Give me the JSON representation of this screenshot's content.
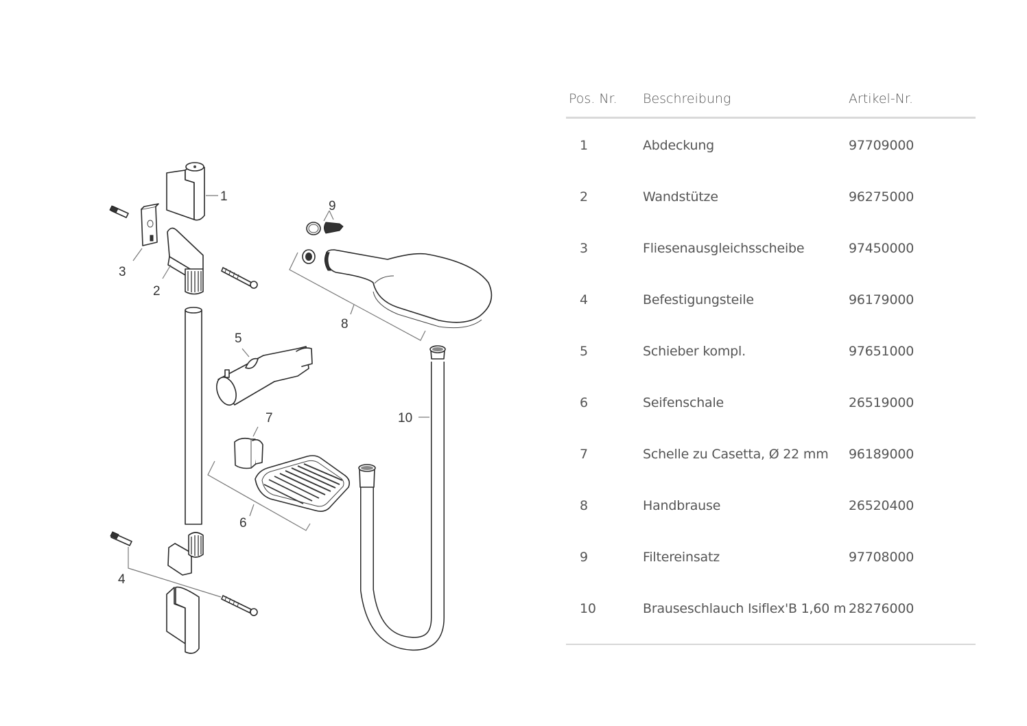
{
  "table": {
    "headers": {
      "pos": "Pos. Nr.",
      "desc": "Beschreibung",
      "art": "Artikel-Nr."
    },
    "rows": [
      {
        "pos": "1",
        "desc": "Abdeckung",
        "art": "97709000"
      },
      {
        "pos": "2",
        "desc": "Wandstütze",
        "art": "96275000"
      },
      {
        "pos": "3",
        "desc": "Fliesenausgleichsscheibe",
        "art": "97450000"
      },
      {
        "pos": "4",
        "desc": "Befestigungsteile",
        "art": "96179000"
      },
      {
        "pos": "5",
        "desc": "Schieber kompl.",
        "art": "97651000"
      },
      {
        "pos": "6",
        "desc": "Seifenschale",
        "art": "26519000"
      },
      {
        "pos": "7",
        "desc": "Schelle zu Casetta, Ø 22 mm",
        "art": "96189000"
      },
      {
        "pos": "8",
        "desc": "Handbrause",
        "art": "26520400"
      },
      {
        "pos": "9",
        "desc": "Filtereinsatz",
        "art": "97708000"
      },
      {
        "pos": "10",
        "desc": "Brauseschlauch Isiflex'B 1,60 m",
        "art": "28276000"
      }
    ]
  },
  "diagram": {
    "callouts": [
      "1",
      "2",
      "3",
      "4",
      "5",
      "6",
      "7",
      "8",
      "9",
      "10"
    ],
    "parts": [
      "cover-cap",
      "wall-bracket",
      "tile-spacer",
      "fixing-set",
      "slider",
      "soap-dish",
      "clamp",
      "hand-shower",
      "filter-insert",
      "shower-hose"
    ]
  }
}
